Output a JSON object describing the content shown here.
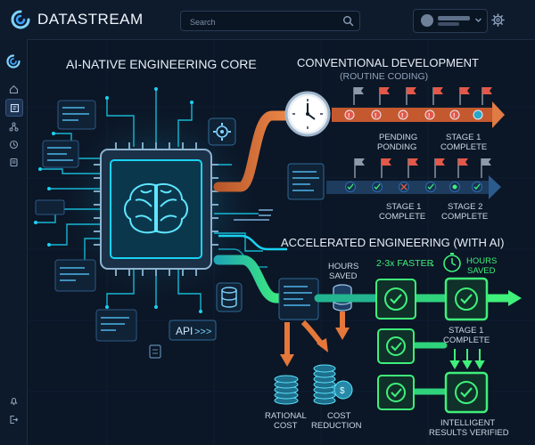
{
  "app": {
    "brand": "DATASTREAM"
  },
  "search": {
    "placeholder": "Search"
  },
  "sidebar": {
    "items": [
      {
        "icon": "home-icon"
      },
      {
        "icon": "dashboard-icon"
      },
      {
        "icon": "network-icon"
      },
      {
        "icon": "history-icon"
      },
      {
        "icon": "documents-icon"
      },
      {
        "icon": "notifications-icon"
      },
      {
        "icon": "logout-icon"
      }
    ],
    "active_index": 1
  },
  "figure": {
    "core": {
      "title": "AI-NATIVE ENGINEERING CORE",
      "api_label": "API",
      "api_arrows": ">>>"
    },
    "conventional": {
      "title": "CONVENTIONAL DEVELOPMENT",
      "subtitle": "(ROUTINE CODING)",
      "row1_labels": [
        "PENDING",
        "PONDING",
        "STAGE 1",
        "COMPLETE"
      ],
      "row2_labels": [
        "STAGE 1",
        "COMPLETE",
        "STAGE 2",
        "COMPLETE"
      ]
    },
    "accelerated": {
      "title": "ACCELERATED ENGINEERING (WITH AI)",
      "hours_saved_left": [
        "HOURS",
        "SAVED"
      ],
      "faster": "2-3x FASTER",
      "faster_arrow": "→",
      "hours_saved_right": [
        "HOURS",
        "SAVED"
      ],
      "stage_label": [
        "STAGE 1",
        "COMPLETE"
      ],
      "results_label": [
        "INTELLIGENT",
        "RESULTS VERIFIED"
      ],
      "rational_cost": [
        "RATIONAL",
        "COST"
      ],
      "cost_reduction": [
        "COST",
        "REDUCTION"
      ]
    },
    "colors": {
      "accent_cyan": "#19d3f2",
      "accent_green": "#3ff07a",
      "accent_orange": "#e5773b",
      "flag_red": "#e2584a"
    }
  }
}
